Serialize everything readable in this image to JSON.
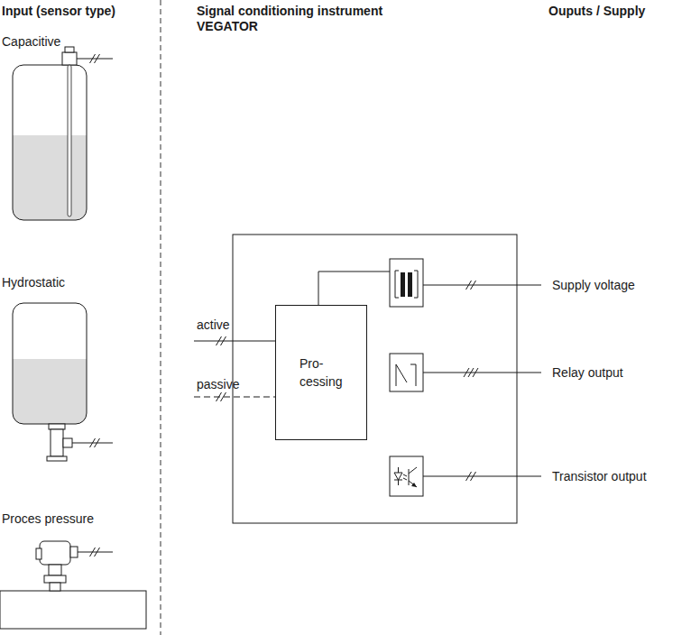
{
  "diagram": {
    "nodes": [
      {
        "text": [
          "Pro- cessing"
        ]
      }
    ],
    "labels": [
      "Input (sensor type)",
      "Signal conditioning instrument VEGATOR",
      "Ouputs / Supply",
      "Capacitive",
      "Hydrostatic",
      "Proces pressure",
      "active",
      "passive",
      "Supply voltage",
      "Relay output",
      "Transistor output"
    ]
  }
}
